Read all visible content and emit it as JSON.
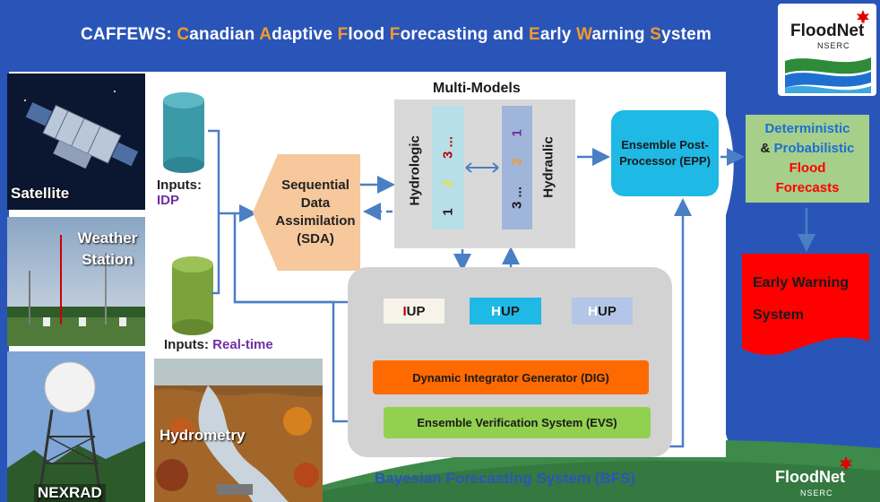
{
  "header": {
    "title_parts": [
      {
        "text": "CAFFEWS: ",
        "hl": false
      },
      {
        "text": "C",
        "hl": true
      },
      {
        "text": "anadian ",
        "hl": false
      },
      {
        "text": "A",
        "hl": true
      },
      {
        "text": "daptive ",
        "hl": false
      },
      {
        "text": "F",
        "hl": true
      },
      {
        "text": "lood ",
        "hl": false
      },
      {
        "text": "F",
        "hl": true
      },
      {
        "text": "orecasting and ",
        "hl": false
      },
      {
        "text": "E",
        "hl": true
      },
      {
        "text": "arly ",
        "hl": false
      },
      {
        "text": "W",
        "hl": true
      },
      {
        "text": "arning ",
        "hl": false
      },
      {
        "text": "S",
        "hl": true
      },
      {
        "text": "ystem",
        "hl": false
      }
    ]
  },
  "logo": {
    "brand_text": "FloodNet",
    "sub_text": "NSERC"
  },
  "sources": {
    "satellite": "Satellite",
    "weather_station": "Weather Station",
    "nexrad": "NEXRAD",
    "hydrometry": "Hydrometry"
  },
  "inputs": {
    "idp_prefix": "Inputs:",
    "idp_value": "IDP",
    "realtime_prefix": "Inputs:",
    "realtime_value": "Real-time"
  },
  "sda": {
    "line1": "Sequential",
    "line2": "Data",
    "line3": "Assimilation",
    "line4": "(SDA)"
  },
  "multi_models": {
    "title": "Multi-Models",
    "hydrologic_label": "Hydrologic",
    "hydraulic_label": "Hydraulic",
    "hydrologic_items": [
      "1",
      "2",
      "3 ..."
    ],
    "hydraulic_items": [
      "1",
      "2",
      "3 ..."
    ]
  },
  "epp": {
    "line1": "Ensemble Post-",
    "line2": "Processor (EPP)"
  },
  "forecasts": {
    "line1": "Deterministic",
    "line2_amp": "& ",
    "line2": "Probabilistic",
    "line3": "Flood",
    "line4": "Forecasts"
  },
  "early_warning": {
    "line1": "Early Warning",
    "line2": "System"
  },
  "bfs": {
    "iup_first": "I",
    "iup_rest": "UP",
    "hup1_first": "H",
    "hup1_rest": "UP",
    "hup2_first": "H",
    "hup2_rest": "UP",
    "dig": "Dynamic Integrator Generator (DIG)",
    "evs": "Ensemble Verification System (EVS)",
    "label": "Bayesian Forecasting System (BFS)"
  },
  "colors": {
    "header_blue": "#2a55b8",
    "highlight_orange": "#f39a2b",
    "sda_orange": "#f6c89c",
    "epp_cyan": "#1fb9e6",
    "forecast_green": "#a6cf8a",
    "warning_red": "#ff0000",
    "dig_orange": "#ff6a00",
    "evs_green": "#92d050",
    "arrow_blue": "#4a7fc4",
    "idp_cylinder": "#3a9aa8",
    "realtime_cylinder": "#7aa33c",
    "purple_text": "#7030a0"
  }
}
